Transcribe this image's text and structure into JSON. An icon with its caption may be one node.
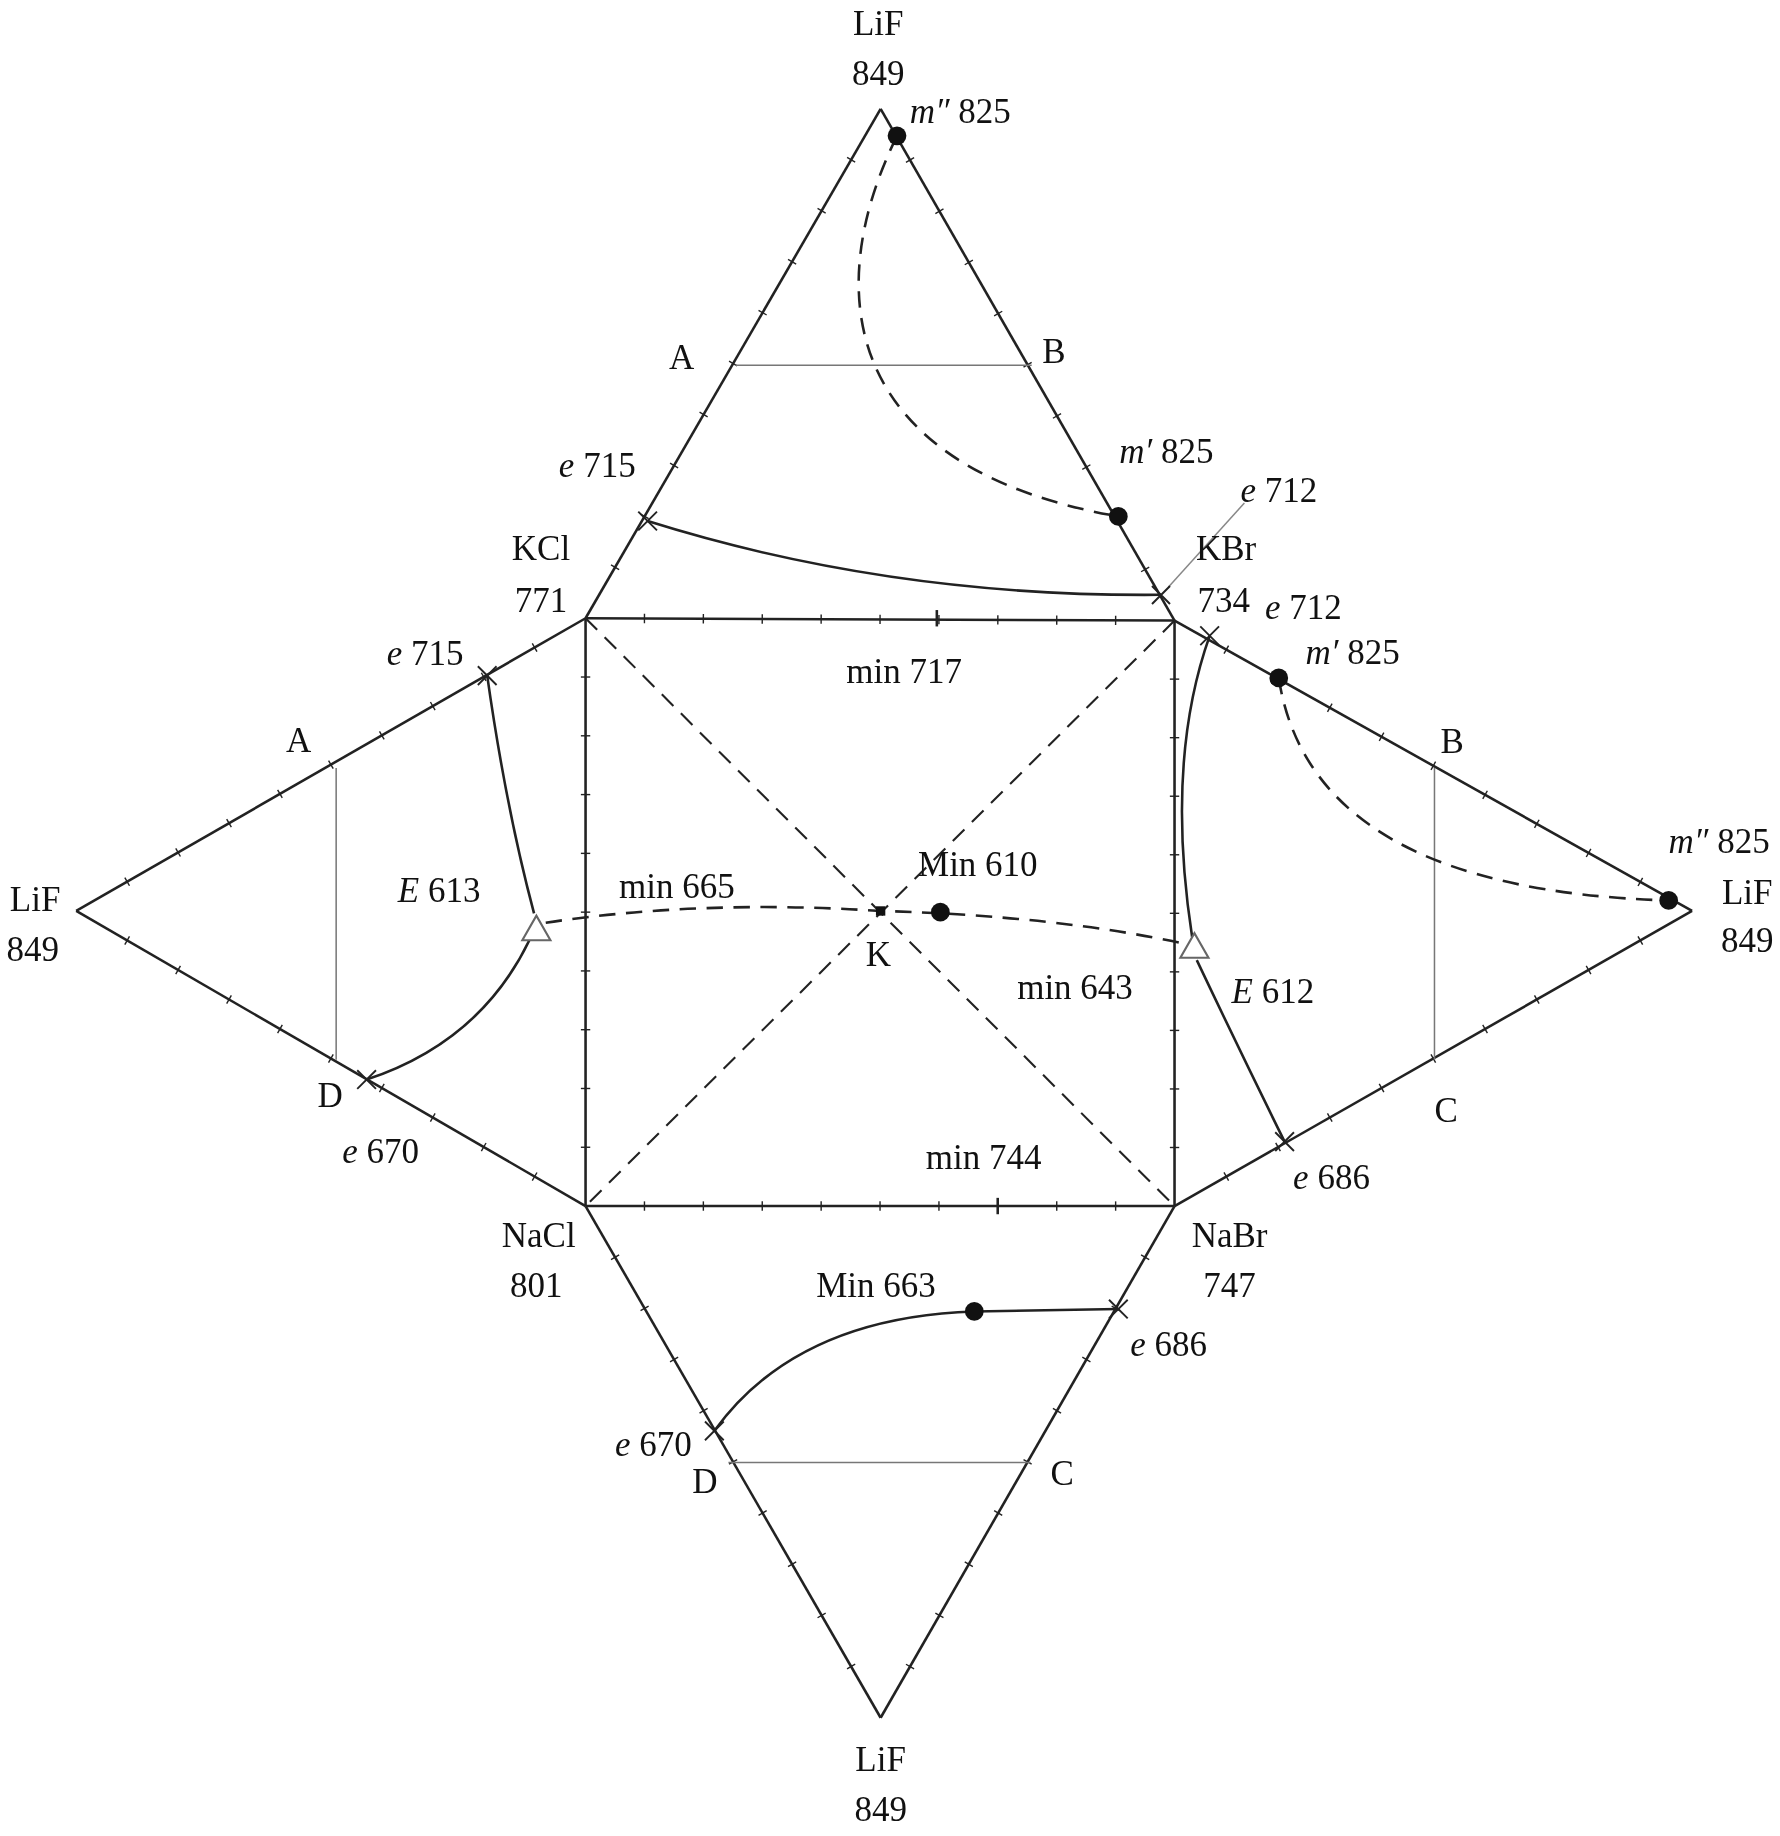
{
  "diagram": {
    "nodes": [
      {
        "text": [
          "*e* 712"
        ]
      },
      {
        "text": [],
        "shape": "cross"
      }
    ],
    "edges": [
      {
        "from": 0,
        "to": 1,
        "arrow": "none"
      }
    ],
    "labels": [
      "LiF",
      "849",
      "*m″* 825",
      "A",
      "B",
      "*m′* 825",
      "*e* 715",
      "KCl",
      "771",
      "KBr",
      "734",
      "*e* 712",
      "*e* 715",
      "*m′* 825",
      "min 717",
      "A",
      "B",
      "*m″* 825",
      "Min 610",
      "LiF",
      "*E* 613",
      "min 665",
      "LiF",
      "849",
      "849",
      "K",
      "min 643",
      "*E* 612",
      "D",
      "C",
      "*e* 670",
      "min 744",
      "*e* 686",
      "NaCl",
      "NaBr",
      "801",
      "Min 663",
      "747",
      "*e* 686",
      "*e* 670",
      "D",
      "C",
      "LiF",
      "849"
    ]
  }
}
